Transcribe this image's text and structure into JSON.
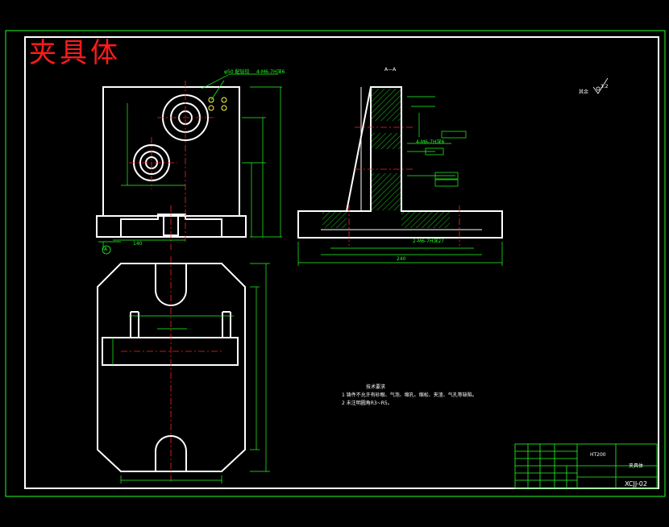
{
  "title_cn": "夹具体",
  "section_label": "A—A",
  "roughness_rest": "其余",
  "roughness_value": "3.2",
  "annotations": {
    "top_hole_callout": "4-M6-7H深6",
    "top_hole_note": "φ50 配钻铰",
    "section_hole_callout": "4-M6-7H深6",
    "section_bottom_callout": "2-M6-7H深27",
    "view_marker": "A",
    "dim_front_width": "140",
    "dim_section_width": "240"
  },
  "notes": {
    "heading": "技术要求",
    "lines": [
      "1 铸件不允许有砂眼、气泡、缩孔、缩松、夹渣、气孔等缺陷。",
      "2 未注明圆角R3~R5。"
    ]
  },
  "title_block": {
    "part_name": "夹具体",
    "drawing_no": "XCJJ-02",
    "material": "HT200"
  },
  "colors": {
    "outline": "#ffffff",
    "frame": "#22ff22",
    "dimension": "#22ff22",
    "centerline": "#ff2222",
    "hatch": "#22ff22",
    "title": "#ff1a1a"
  }
}
